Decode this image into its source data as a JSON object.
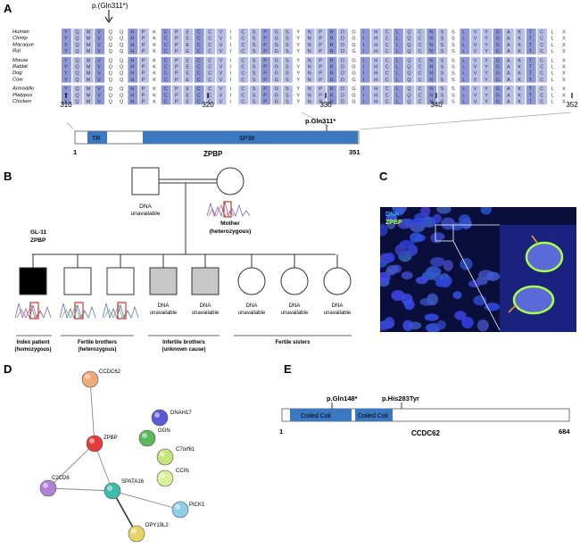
{
  "panels": [
    "A",
    "B",
    "C",
    "D",
    "E"
  ],
  "panel_a": {
    "mutation_label": "p.(Gln311*)",
    "species": [
      "Human",
      "Chimp",
      "Macaque",
      "Rat",
      "Mouse",
      "Rabbit",
      "Dog",
      "Cow",
      "Armadillo",
      "Platypus",
      "Chicken"
    ],
    "alignment_residues": [
      "Y",
      "Q",
      "M",
      "V",
      "Q",
      "Q",
      "H",
      "P",
      "K",
      "C",
      "P",
      "E",
      "C",
      "C",
      "V",
      "I",
      "C",
      "S",
      "P",
      "G",
      "S",
      "Y",
      "N",
      "P",
      "R",
      "D",
      "G",
      "I",
      "H",
      "C",
      "L",
      "Q",
      "C",
      "N",
      "S",
      "S",
      "L",
      "V",
      "Y",
      "G",
      "A",
      "K",
      "T",
      "C",
      "L",
      "X"
    ],
    "position_ticks": [
      "310",
      "320",
      "330",
      "340",
      "352"
    ],
    "protein_mutation_label": "p.Gln311*",
    "domains": [
      {
        "label": "TR"
      },
      {
        "label": "SP38"
      }
    ],
    "protein_start": "1",
    "protein_end": "351",
    "protein_name": "ZPBP"
  },
  "panel_b": {
    "father_status": "DNA\nunavailable",
    "mother_label": "Mother",
    "mother_status": "(heterozygous)",
    "family_id": "GL-11",
    "gene": "ZPBP",
    "members": [
      {
        "note": ""
      },
      {
        "note": ""
      },
      {
        "note": ""
      },
      {
        "note": "DNA\nunavailable"
      },
      {
        "note": "DNA\nunavailable"
      },
      {
        "note": "DNA\nunavailable"
      },
      {
        "note": "DNA\nunavailable"
      },
      {
        "note": "DNA\nunavailable"
      }
    ],
    "group_labels": [
      {
        "line1": "Index patient",
        "line2": "(homozygous)"
      },
      {
        "line1": "Fertile brothers",
        "line2": "(heterozygous)"
      },
      {
        "line1": "Infertile brothers",
        "line2": "(unknown cause)"
      },
      {
        "line1": "Fertile sisters",
        "line2": ""
      }
    ]
  },
  "panel_c": {
    "channel_dna": "DNA",
    "channel_zpbp": "ZPBP",
    "dna_color": "#33aaff",
    "zpbp_color": "#aaff44"
  },
  "panel_d": {
    "nodes": [
      {
        "label": "CCDC62",
        "color": "#f2a978"
      },
      {
        "label": "DNAH17",
        "color": "#5a5ad6"
      },
      {
        "label": "GGN",
        "color": "#5cb85c"
      },
      {
        "label": "C7orf61",
        "color": "#c6e27b"
      },
      {
        "label": "CCIN",
        "color": "#d8ef9c"
      },
      {
        "label": "ZPBP",
        "color": "#e33c3c"
      },
      {
        "label": "C2CD6",
        "color": "#b07fd6"
      },
      {
        "label": "SPATA16",
        "color": "#3cbcaa"
      },
      {
        "label": "PICK1",
        "color": "#8ecde8"
      },
      {
        "label": "DPY19L2",
        "color": "#e6d46a"
      }
    ]
  },
  "panel_e": {
    "mutation1": "p.Gln148*",
    "mutation2": "p.His283Tyr",
    "domains": [
      {
        "label": "Coiled Coil"
      },
      {
        "label": "Coiled Coil"
      }
    ],
    "protein_start": "1",
    "protein_end": "684",
    "protein_name": "CCDC62"
  },
  "colors": {
    "domain_blue": "#3a78c2",
    "alignment_shade": "#b9bfe6",
    "alignment_dark": "#8e98d8",
    "highlight_red": "#c0392b"
  }
}
